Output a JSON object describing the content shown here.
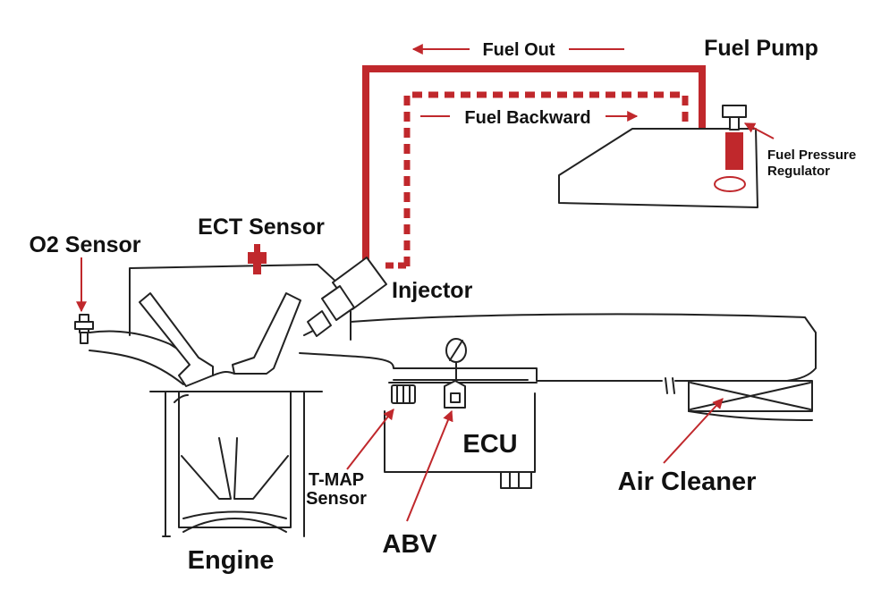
{
  "labels": {
    "fuel_out": "Fuel Out",
    "fuel_backward": "Fuel Backward",
    "fuel_pump": "Fuel Pump",
    "fuel_pressure_regulator_line1": "Fuel Pressure",
    "fuel_pressure_regulator_line2": "Regulator",
    "o2_sensor": "O2 Sensor",
    "ect_sensor": "ECT Sensor",
    "injector": "Injector",
    "ecu": "ECU",
    "tmap_sensor_line1": "T-MAP",
    "tmap_sensor_line2": "Sensor",
    "abv": "ABV",
    "air_cleaner": "Air Cleaner",
    "engine": "Engine"
  },
  "colors": {
    "fuel_line": "#c0282c",
    "outline": "#222222",
    "background": "#ffffff"
  }
}
